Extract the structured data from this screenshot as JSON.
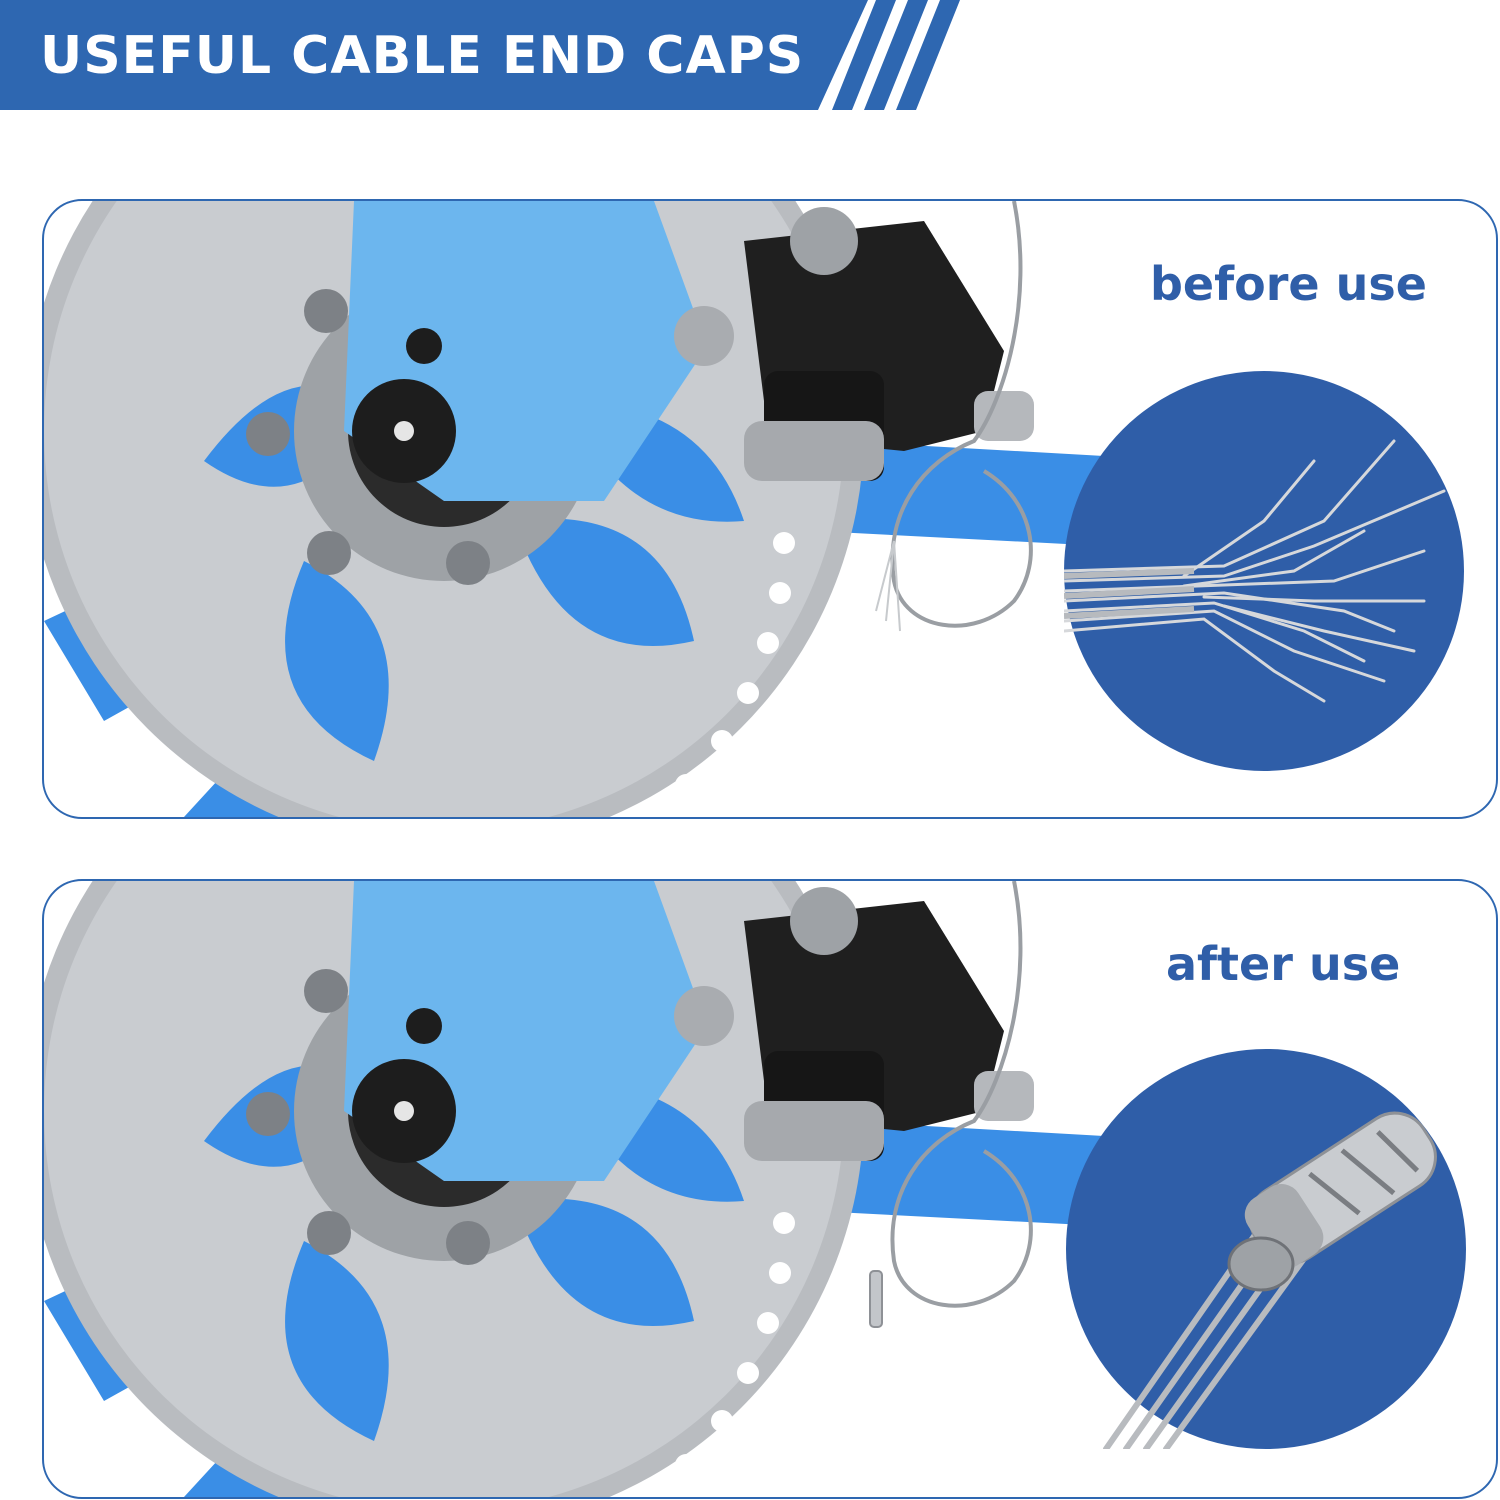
{
  "banner": {
    "title": "USEFUL CABLE END CAPS"
  },
  "panels": {
    "before": {
      "label": "before use",
      "illustration": "bike-disc-brake-frayed-cable"
    },
    "after": {
      "label": "after use",
      "illustration": "bike-disc-brake-capped-cable"
    }
  },
  "colors": {
    "brand_blue": "#2e67b1",
    "circle_blue": "#2f5ea8",
    "frame_blue": "#3a8ee6",
    "label_blue": "#2f5ea8"
  },
  "icons": {
    "frayed": "frayed-cable-icon",
    "capped": "cable-end-cap-icon"
  }
}
